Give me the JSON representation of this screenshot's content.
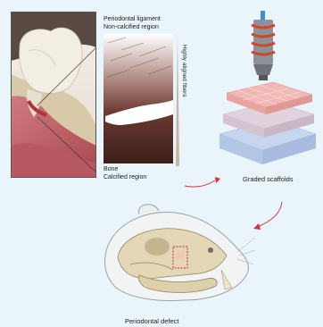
{
  "labels": {
    "ligament": "Periodontal ligament",
    "noncalcified": "Non-calcified region",
    "fibers": "Highly aligned fibers",
    "bone": "Bone",
    "calcified": "Calcified region",
    "scaffolds": "Graded scaffolds",
    "defect": "Periodontal defect"
  },
  "colors": {
    "background": "#eaf5fb",
    "gum": "#c46e74",
    "tooth": "#f1ece0",
    "arrow": "#d33040",
    "coil": "#d8432e",
    "scaffold_top": "#f1b9b6",
    "scaffold_mid": "#e0d3de",
    "scaffold_bottom": "#c6d6ee",
    "defect_box": "#c8262e"
  },
  "icons": {
    "printer": "printer-nozzle-icon",
    "rat": "rat-skull-illustration"
  }
}
